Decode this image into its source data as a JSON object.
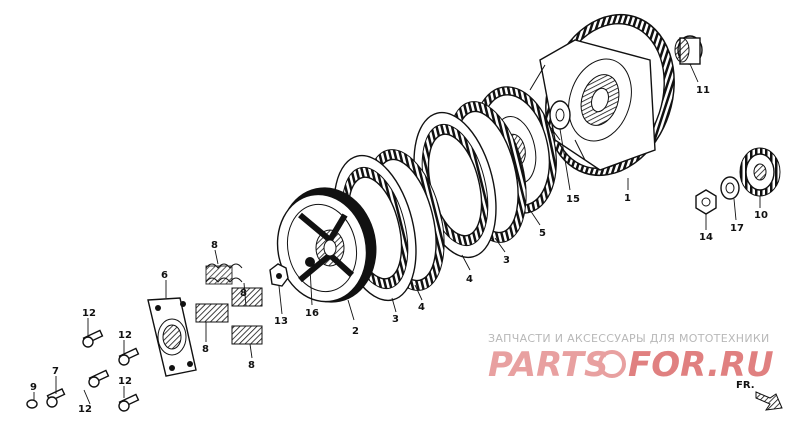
{
  "callouts": {
    "c1": "1",
    "c2": "2",
    "c3a": "3",
    "c3b": "3",
    "c4a": "4",
    "c4b": "4",
    "c5": "5",
    "c6": "6",
    "c7": "7",
    "c8a": "8",
    "c8b": "8",
    "c8c": "8",
    "c8d": "8",
    "c9": "9",
    "c10": "10",
    "c11": "11",
    "c12a": "12",
    "c12b": "12",
    "c12c": "12",
    "c12d": "12",
    "c13": "13",
    "c14": "14",
    "c15": "15",
    "c16": "16",
    "c17": "17"
  },
  "watermark": {
    "caption": "ЗАПЧАСТИ И АКСЕССУАРЫ ДЛЯ МОТОТЕХНИКИ",
    "brand_left": "PARTS",
    "brand_right": "FOR.RU",
    "colors": {
      "brand_left": "#e8a0a0",
      "brand_right": "#e08080",
      "caption": "#b8b8b8"
    }
  },
  "direction": {
    "label": "FR."
  }
}
